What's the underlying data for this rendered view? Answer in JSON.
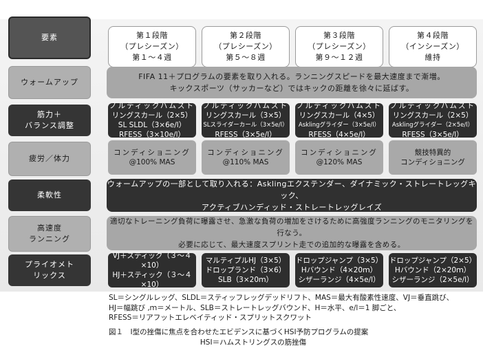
{
  "categories": [
    {
      "label": "要素"
    },
    {
      "label": "ウォームアップ"
    },
    {
      "label": "筋力＋\nバランス調整"
    },
    {
      "label": "疲労／体力"
    },
    {
      "label": "柔軟性"
    },
    {
      "label": "高速度\nランニング"
    },
    {
      "label": "プライオメト\nリックス"
    }
  ],
  "phases": [
    {
      "name": "第１段階",
      "season": "（プレシーズン）",
      "period": "第１～４週"
    },
    {
      "name": "第２段階",
      "season": "（プレシーズン）",
      "period": "第５～８週"
    },
    {
      "name": "第３段階",
      "season": "（プレシーズン）",
      "period": "第９～１２週"
    },
    {
      "name": "第４段階",
      "season": "（インシーズン）",
      "period": "維持"
    }
  ],
  "warmup": {
    "line1": "FIFA 11＋プログラムの要素を取り入れる。ランニングスピードを最大速度まで漸増。",
    "line2": "キックスポーツ（サッカーなど）ではキックの距離を徐々に延ばす。"
  },
  "strength": [
    {
      "l1": "ノルディックハムスト",
      "l2": "リングスカール（2×5）",
      "l3": "SL SLDL（3×6e/l）",
      "l4": "RFESS（3×10e/l）"
    },
    {
      "l1": "ノルディックハムスト",
      "l2": "リングスカール（3×5）",
      "l3": "SLスライダーカール（3×5e/l）",
      "l4": "RFESS（3×5e/l）"
    },
    {
      "l1": "ノルディックハムスト",
      "l2": "リングスカール（4×5）",
      "l3": "Asklingグライダー（3×5e/l）",
      "l4": "RFESS（4×5e/l）"
    },
    {
      "l1": "ノルディックハムスト",
      "l2": "リングスカール（2×5）",
      "l3": "Asklingグライダー（2×5e/l）",
      "l4": "RFESS（3×5e/l）"
    }
  ],
  "fatigue": [
    {
      "l1": "コンディショニング",
      "l2": "@100% MAS"
    },
    {
      "l1": "コンディショニング",
      "l2": "@110% MAS"
    },
    {
      "l1": "コンディショニング",
      "l2": "@120% MAS"
    },
    {
      "l1": "競技特異的",
      "l2": "コンディショニング"
    }
  ],
  "flexibility": {
    "line1": "ウォームアップの一部として取り入れる：Asklingエクステンダー、ダイナミック・ストレートレッグキック、",
    "line2": "アクティブハンディッド・ストレートレッグレイズ"
  },
  "highspeed": {
    "line1": "適切なトレーニング負荷に曝露させ、急激な負荷の増加をさけるために高強度ランニングのモニタリングを行なう。",
    "line2": "必要に応じて、最大速度スプリント走での追加的な曝露を含める。"
  },
  "plyo": [
    {
      "l1": "VJ＋スティック（３～４×10）",
      "l2": "HJ＋スティック（３～４×10）",
      "l3": ""
    },
    {
      "l1": "マルティプルHJ（3×5）",
      "l2": "ドロップランド（3×6）",
      "l3": "SLB（3×20ｍ）"
    },
    {
      "l1": "ドロップジャンプ（3×5）",
      "l2": "Hバウンド（4×20ｍ）",
      "l3": "シザーランジ（4×5e/l）"
    },
    {
      "l1": "ドロップジャンプ（2×5）",
      "l2": "Hバウンド（2×20ｍ）",
      "l3": "シザーランジ（2×5e/l）"
    }
  ],
  "abbreviations": "SL＝シングルレッグ、SLDL＝スティッフレッグデッドリフト、MAS＝最大有酸素性速度、VJ＝垂直跳び、\nHJ＝幅跳び ,ｍ＝メートル、SLB＝ストレートレッグバウンド、H＝水平、e/l＝1 脚ごと、\nRFESS＝リアフットエレベイティッド・スプリットスクワット",
  "caption": {
    "line1": "図１　Ⅰ型の挫傷に焦点を合わせたエビデンスに基づくHSI予防プログラムの提案",
    "line2": "HSI＝ハムストリングスの筋挫傷"
  }
}
